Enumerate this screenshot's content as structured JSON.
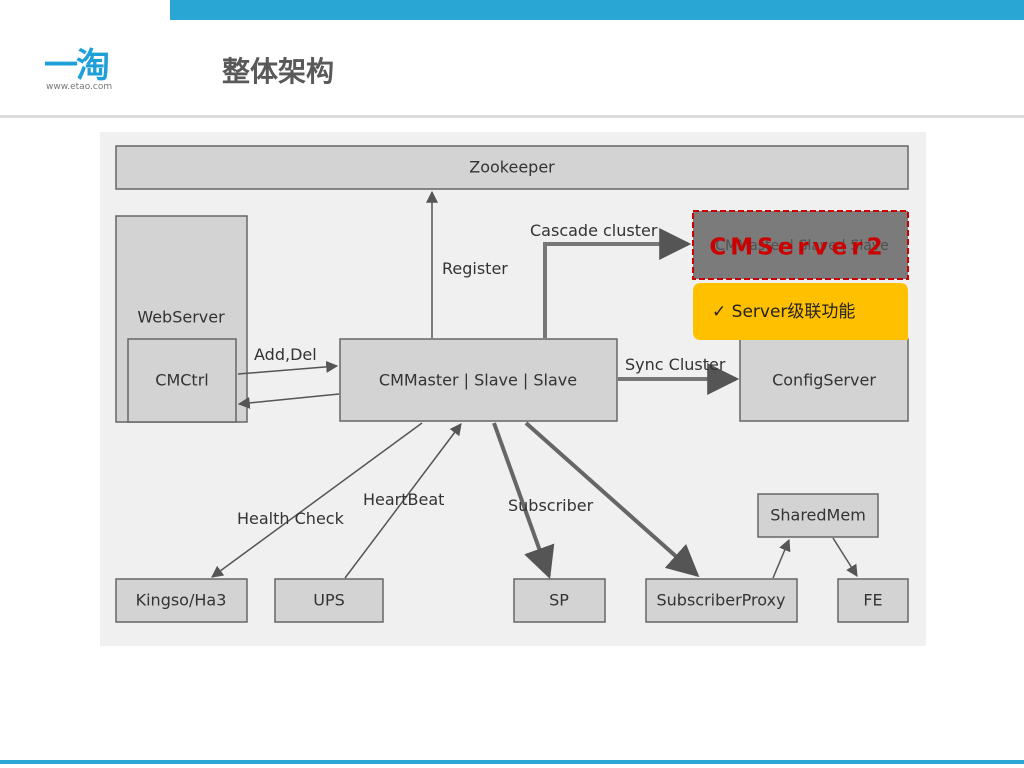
{
  "header": {
    "logo_mark": "一淘",
    "logo_url": "www.etao.com",
    "title": "整体架构"
  },
  "diagram": {
    "nodes": {
      "zookeeper": "Zookeeper",
      "webserver": "WebServer",
      "cmctrl": "CMCtrl",
      "cmmaster": "CMMaster | Slave | Slave",
      "configserver": "ConfigServer",
      "cmserver2_box": "CMMaster | Slave | Slave",
      "kingso": "Kingso/Ha3",
      "ups": "UPS",
      "sp": "SP",
      "subscriberproxy": "SubscriberProxy",
      "sharedmem": "SharedMem",
      "fe": "FE"
    },
    "edges": {
      "register": "Register",
      "cascade": "Cascade cluster",
      "add_del": "Add,Del",
      "sync": "Sync Cluster",
      "health": "Health Check",
      "heartbeat": "HeartBeat",
      "subscriber": "Subscriber"
    },
    "overlay": {
      "cmserver2": "CMServer2",
      "callout": "✓  Server级联功能"
    }
  }
}
